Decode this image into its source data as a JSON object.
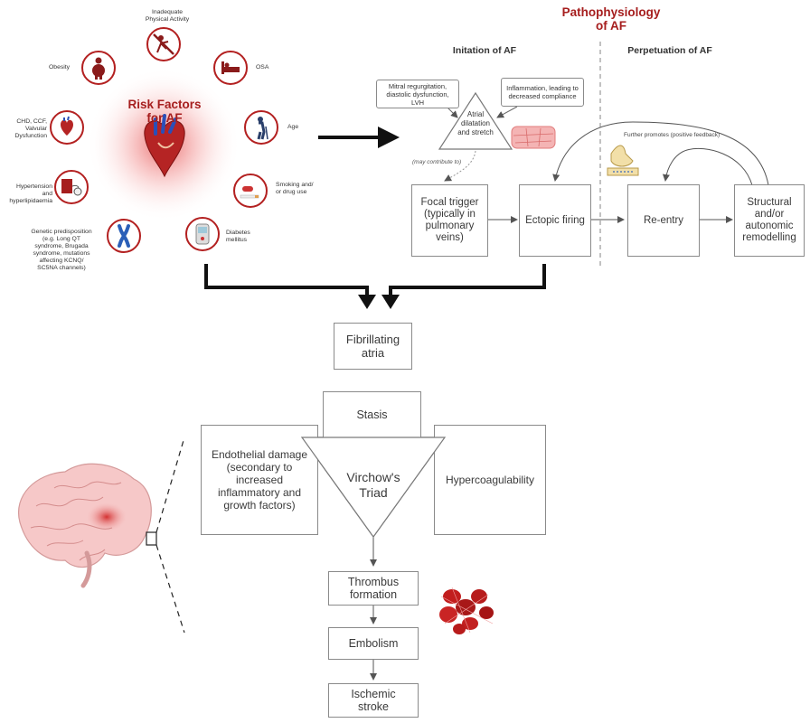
{
  "risk": {
    "title_line1": "Risk Factors",
    "title_line2": "for AF",
    "items": [
      {
        "icon": "inactivity-icon",
        "label": "Inadequate\nPhysical Activity"
      },
      {
        "icon": "sleep-bed-icon",
        "label": "OSA"
      },
      {
        "icon": "elderly-person-icon",
        "label": "Age"
      },
      {
        "icon": "cigarette-pill-icon",
        "label": "Smoking and/\nor drug use"
      },
      {
        "icon": "glucose-meter-icon",
        "label": "Diabetes\nmellitus"
      },
      {
        "icon": "chromosome-icon",
        "label": "Genetic predisposition\n(e.g. Long QT\nsyndrome, Brugada\nsyndrome, mutations\naffecting KCNQ/\nSC5NA channels)"
      },
      {
        "icon": "blood-pressure-icon",
        "label": "Hypertension\nand\nhyperlipidaemia"
      },
      {
        "icon": "heart-icon",
        "label": "CHD, CCF,\nValvular\nDysfunction"
      },
      {
        "icon": "person-icon",
        "label": "Obesity"
      }
    ]
  },
  "patho": {
    "title_line1": "Pathophysiology",
    "title_line2": "of AF",
    "initiation": "Initation of AF",
    "perpetuation": "Perpetuation of AF",
    "note_left": "Mitral regurgitation,\ndiastolic dysfunction,\nLVH",
    "note_right": "Inflammation, leading to\ndecreased compliance",
    "triangle": "Atrial\ndilatation\nand stretch",
    "may_contribute": "(may contribute to)",
    "feedback": "Further promotes (positive feedback)",
    "focal": "Focal trigger\n(typically in\npulmonary\nveins)",
    "ectopic": "Ectopic firing",
    "reentry": "Re-entry",
    "structural": "Structural\nand/or\nautonomic\nremodelling"
  },
  "flow": {
    "fibrillating": "Fibrillating\natria",
    "stasis": "Stasis",
    "endothelial": "Endothelial damage\n(secondary to\nincreased\ninflammatory and\ngrowth factors)",
    "virchow": "Virchow's\nTriad",
    "hypercoag": "Hypercoagulability",
    "thrombus": "Thrombus\nformation",
    "embolism": "Embolism",
    "stroke": "Ischemic\nstroke"
  }
}
